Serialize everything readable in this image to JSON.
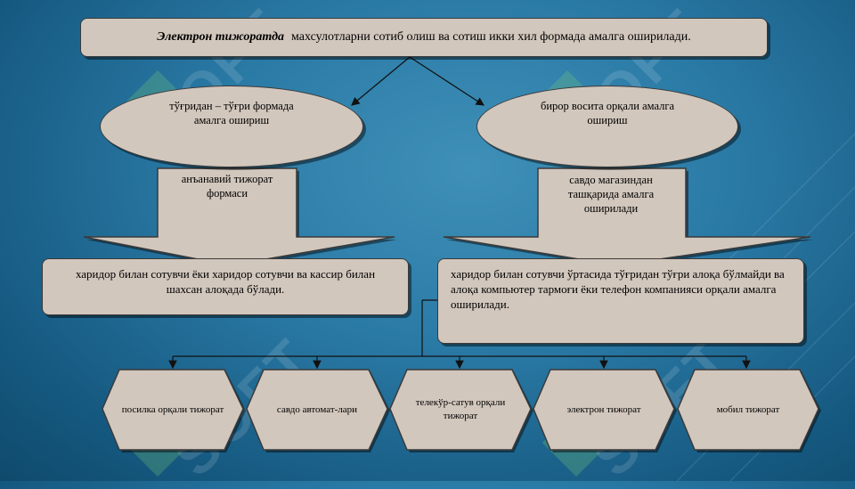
{
  "top": {
    "emphasis": "Электрон тижоратда",
    "rest": "махсулотларни сотиб олиш ва сотиш икки хил формада амалга оширилади."
  },
  "left_ellipse": "тўғридан – тўғри формада амалга ошириш",
  "right_ellipse": "бирор восита орқали амалга ошириш",
  "left_arrow": "анъанавий тижорат формаси",
  "right_arrow": "савдо магазиндан ташқарида амалга оширилади",
  "left_box": "харидор билан сотувчи ёки харидор сотувчи ва кассир билан шахсан алоқада бўлади.",
  "right_box": "харидор билан сотувчи ўртасида тўғридан тўғри алоқа бўлмайди ва алоқа компьютер тармоғи ёки телефон компанияси орқали амалга оширилади.",
  "types": [
    "посилка орқали тижорат",
    "савдо автомат-лари",
    "телекўр-сатув орқали тижорат",
    "электрон тижорат",
    "мобил тижорат"
  ],
  "watermark": "SOFT"
}
